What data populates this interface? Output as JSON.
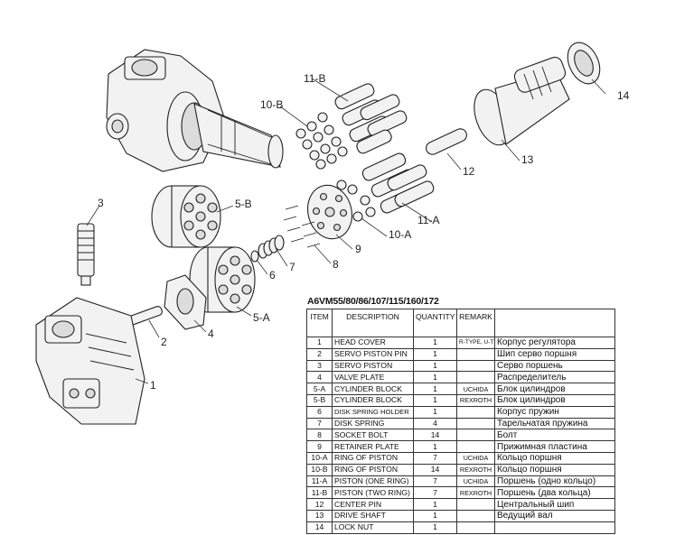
{
  "callouts": [
    "1",
    "2",
    "3",
    "4",
    "5-A",
    "5-B",
    "6",
    "7",
    "8",
    "9",
    "10-A",
    "10-B",
    "11-A",
    "11-B",
    "12",
    "13",
    "14"
  ],
  "table": {
    "caption": "A6VM55/80/86/107/115/160/172",
    "headers": [
      "ITEM",
      "DESCRIPTION",
      "QUANTITY",
      "REMARK",
      ""
    ],
    "rows": [
      {
        "item": "1",
        "desc": "HEAD COVER",
        "qty": "1",
        "remark": "R-TYPE, U-TYPE",
        "ru": "Корпус регулятора"
      },
      {
        "item": "2",
        "desc": "SERVO PISTON PIN",
        "qty": "1",
        "remark": "",
        "ru": "Шип серво поршня"
      },
      {
        "item": "3",
        "desc": "SERVO PISTON",
        "qty": "1",
        "remark": "",
        "ru": "Серво поршень"
      },
      {
        "item": "4",
        "desc": "VALVE PLATE",
        "qty": "1",
        "remark": "",
        "ru": "Распределитель"
      },
      {
        "item": "5-A",
        "desc": "CYLINDER BLOCK",
        "qty": "1",
        "remark": "UCHIDA",
        "ru": "Блок цилиндров"
      },
      {
        "item": "5-B",
        "desc": "CYLINDER BLOCK",
        "qty": "1",
        "remark": "REXROTH",
        "ru": "Блок цилиндров"
      },
      {
        "item": "6",
        "desc": "DISK SPRING HOLDER",
        "qty": "1",
        "remark": "",
        "ru": "Корпус пружин"
      },
      {
        "item": "7",
        "desc": "DISK SPRING",
        "qty": "4",
        "remark": "",
        "ru": "Тарельчатая пружина"
      },
      {
        "item": "8",
        "desc": "SOCKET BOLT",
        "qty": "14",
        "remark": "",
        "ru": "Болт"
      },
      {
        "item": "9",
        "desc": "RETAINER PLATE",
        "qty": "1",
        "remark": "",
        "ru": "Прижимная пластина"
      },
      {
        "item": "10-A",
        "desc": "RING OF PISTON",
        "qty": "7",
        "remark": "UCHIDA",
        "ru": "Кольцо поршня"
      },
      {
        "item": "10-B",
        "desc": "RING OF PISTON",
        "qty": "14",
        "remark": "REXROTH",
        "ru": "Кольцо поршня"
      },
      {
        "item": "11-A",
        "desc": "PISTON (ONE RING)",
        "qty": "7",
        "remark": "UCHIDA",
        "ru": "Поршень (одно кольцо)"
      },
      {
        "item": "11-B",
        "desc": "PISTON (TWO RING)",
        "qty": "7",
        "remark": "REXROTH",
        "ru": "Поршень (два кольца)"
      },
      {
        "item": "12",
        "desc": "CENTER PIN",
        "qty": "1",
        "remark": "",
        "ru": "Центральный шип"
      },
      {
        "item": "13",
        "desc": "DRIVE SHAFT",
        "qty": "1",
        "remark": "",
        "ru": "Ведущий вал"
      },
      {
        "item": "14",
        "desc": "LOCK NUT",
        "qty": "1",
        "remark": "",
        "ru": ""
      }
    ]
  }
}
